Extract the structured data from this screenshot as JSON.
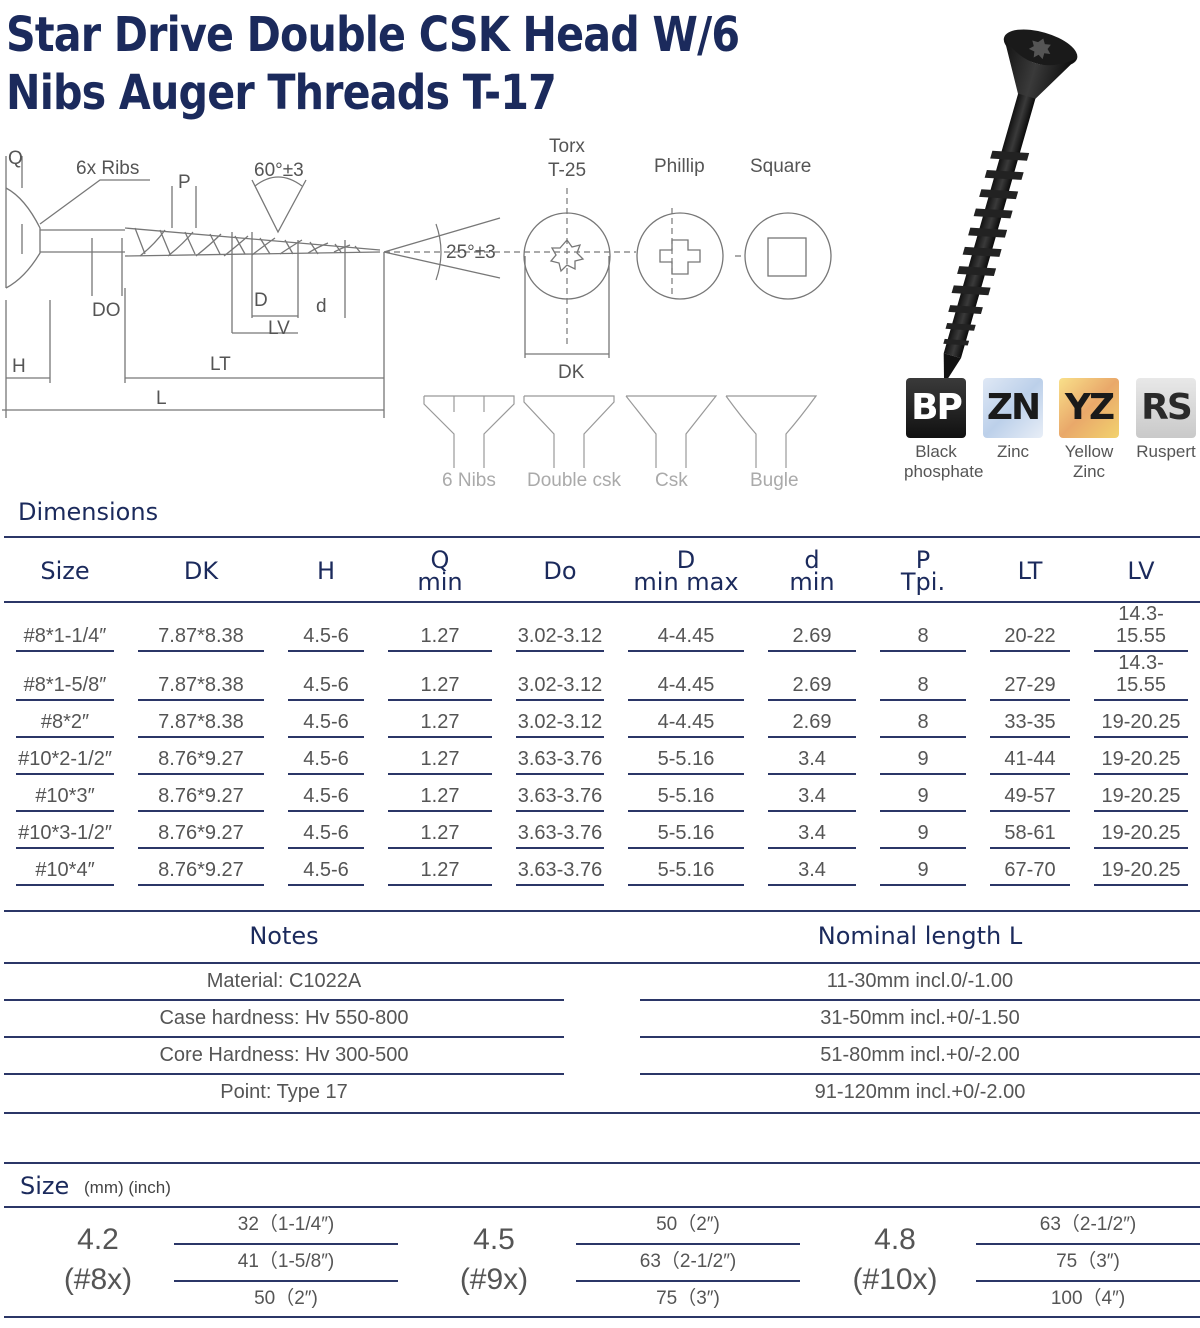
{
  "title": {
    "line1": "Star Drive Double CSK Head W/6",
    "line2": "Nibs Auger Threads T-17"
  },
  "diagram": {
    "labels": {
      "q": "Q",
      "ribs": "6x Ribs",
      "p": "P",
      "angle60": "60°±3",
      "angle25": "25°±3",
      "do": "DO",
      "d_major": "D",
      "d_minor": "d",
      "lv": "LV",
      "h": "H",
      "lt": "LT",
      "l": "L",
      "dk": "DK"
    },
    "drives": [
      "Torx",
      "T-25",
      "Phillip",
      "Square"
    ],
    "heads": [
      "6 Nibs",
      "Double csk",
      "Csk",
      "Bugle"
    ]
  },
  "finishes": [
    {
      "code": "BP",
      "label1": "Black",
      "label2": "phosphate"
    },
    {
      "code": "ZN",
      "label1": "Zinc",
      "label2": ""
    },
    {
      "code": "YZ",
      "label1": "Yellow",
      "label2": "Zinc"
    },
    {
      "code": "RS",
      "label1": "Ruspert",
      "label2": ""
    }
  ],
  "dimensions": {
    "title": "Dimensions",
    "headers": [
      {
        "top": "Size",
        "bottom": ""
      },
      {
        "top": "DK",
        "bottom": ""
      },
      {
        "top": "H",
        "bottom": ""
      },
      {
        "top": "Q",
        "bottom": "min"
      },
      {
        "top": "Do",
        "bottom": ""
      },
      {
        "top": "D",
        "bottom": "min max"
      },
      {
        "top": "d",
        "bottom": "min"
      },
      {
        "top": "P",
        "bottom": "Tpi."
      },
      {
        "top": "LT",
        "bottom": ""
      },
      {
        "top": "LV",
        "bottom": ""
      }
    ],
    "rows": [
      [
        "#8*1-1/4″",
        "7.87*8.38",
        "4.5-6",
        "1.27",
        "3.02-3.12",
        "4-4.45",
        "2.69",
        "8",
        "20-22",
        "14.3-15.55"
      ],
      [
        "#8*1-5/8″",
        "7.87*8.38",
        "4.5-6",
        "1.27",
        "3.02-3.12",
        "4-4.45",
        "2.69",
        "8",
        "27-29",
        "14.3-15.55"
      ],
      [
        "#8*2″",
        "7.87*8.38",
        "4.5-6",
        "1.27",
        "3.02-3.12",
        "4-4.45",
        "2.69",
        "8",
        "33-35",
        "19-20.25"
      ],
      [
        "#10*2-1/2″",
        "8.76*9.27",
        "4.5-6",
        "1.27",
        "3.63-3.76",
        "5-5.16",
        "3.4",
        "9",
        "41-44",
        "19-20.25"
      ],
      [
        "#10*3″",
        "8.76*9.27",
        "4.5-6",
        "1.27",
        "3.63-3.76",
        "5-5.16",
        "3.4",
        "9",
        "49-57",
        "19-20.25"
      ],
      [
        "#10*3-1/2″",
        "8.76*9.27",
        "4.5-6",
        "1.27",
        "3.63-3.76",
        "5-5.16",
        "3.4",
        "9",
        "58-61",
        "19-20.25"
      ],
      [
        "#10*4″",
        "8.76*9.27",
        "4.5-6",
        "1.27",
        "3.63-3.76",
        "5-5.16",
        "3.4",
        "9",
        "67-70",
        "19-20.25"
      ]
    ]
  },
  "notes": {
    "title": "Notes",
    "items": [
      "Material: C1022A",
      "Case hardness: Hv 550-800",
      "Core Hardness: Hv 300-500",
      "Point: Type 17"
    ]
  },
  "nominal": {
    "title": "Nominal length L",
    "items": [
      "11-30mm incl.0/-1.00",
      "31-50mm incl.+0/-1.50",
      "51-80mm incl.+0/-2.00",
      "91-120mm incl.+0/-2.00"
    ]
  },
  "sizes": {
    "title": "Size",
    "units": "(mm) (inch)",
    "groups": [
      {
        "mm": "4.2",
        "gauge": "(#8x)",
        "lengths": [
          "32（1-1/4″)",
          "41（1-5/8″)",
          "50（2″)"
        ]
      },
      {
        "mm": "4.5",
        "gauge": "(#9x)",
        "lengths": [
          "50（2″)",
          "63（2-1/2″)",
          "75（3″)"
        ]
      },
      {
        "mm": "4.8",
        "gauge": "(#10x)",
        "lengths": [
          "63（2-1/2″)",
          "75（3″)",
          "100（4″)"
        ]
      }
    ]
  }
}
